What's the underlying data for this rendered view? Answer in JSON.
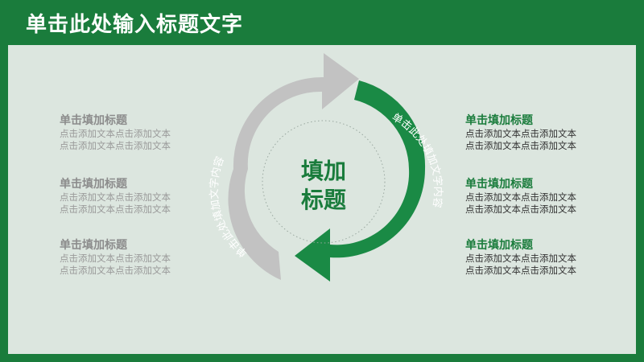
{
  "header": {
    "title": "单击此处输入标题文字"
  },
  "center": {
    "line1": "填加",
    "line2": "标题"
  },
  "arrows": {
    "gray_text": "单击此处填加文字内容",
    "green_text": "单击此处填加文字内容"
  },
  "left_items": [
    {
      "heading": "单击填加标题",
      "line1": "点击添加文本点击添加文本",
      "line2": "点击添加文本点击添加文本"
    },
    {
      "heading": "单击填加标题",
      "line1": "点击添加文本点击添加文本",
      "line2": "点击添加文本点击添加文本"
    },
    {
      "heading": "单击填加标题",
      "line1": "点击添加文本点击添加文本",
      "line2": "点击添加文本点击添加文本"
    }
  ],
  "right_items": [
    {
      "heading": "单击填加标题",
      "line1": "点击添加文本点击添加文本",
      "line2": "点击添加文本点击添加文本"
    },
    {
      "heading": "单击填加标题",
      "line1": "点击添加文本点击添加文本",
      "line2": "点击添加文本点击添加文本"
    },
    {
      "heading": "单击填加标题",
      "line1": "点击添加文本点击添加文本",
      "line2": "点击添加文本点击添加文本"
    }
  ],
  "colors": {
    "brand_green": "#1a7c3c",
    "gray_arrow": "#c2c2c2",
    "background": "#dce6df"
  }
}
